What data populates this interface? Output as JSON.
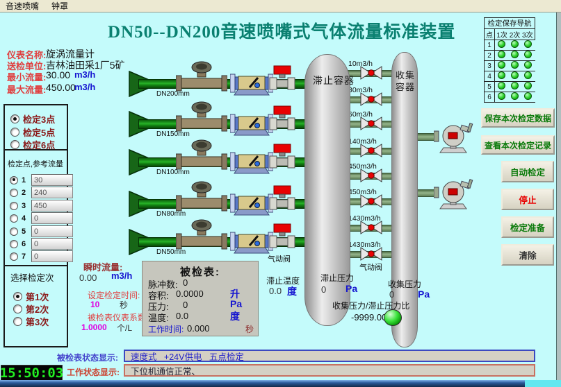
{
  "menu": {
    "items": [
      "音速喷嘴",
      "钟罩"
    ]
  },
  "title": "DN50--DN200音速喷嘴式气体流量标准装置",
  "info": {
    "rows": [
      {
        "label": "仪表名称:",
        "value": "旋涡流量计",
        "unit": ""
      },
      {
        "label": "送检单位:",
        "value": "吉林油田采1厂5矿",
        "unit": ""
      },
      {
        "label": "最小流量:",
        "value": "30.00",
        "unit": "m3/h"
      },
      {
        "label": "最大流量:",
        "value": "450.00",
        "unit": "m3/h"
      }
    ]
  },
  "point_select": {
    "options": [
      {
        "label": "检定3点",
        "checked": true
      },
      {
        "label": "检定5点",
        "checked": false
      },
      {
        "label": "检定6点",
        "checked": false
      }
    ]
  },
  "ref_flow": {
    "title": "检定点,参考流量",
    "rows": [
      {
        "num": "1",
        "value": "30",
        "checked": true
      },
      {
        "num": "2",
        "value": "240",
        "checked": false
      },
      {
        "num": "3",
        "value": "450",
        "checked": false
      },
      {
        "num": "4",
        "value": "0",
        "checked": false
      },
      {
        "num": "5",
        "value": "0",
        "checked": false
      },
      {
        "num": "6",
        "value": "0",
        "checked": false
      },
      {
        "num": "7",
        "value": "0",
        "checked": false
      }
    ]
  },
  "run_select": {
    "title": "选择检定次",
    "options": [
      {
        "label": "第1次",
        "checked": true
      },
      {
        "label": "第2次",
        "checked": false
      },
      {
        "label": "第3次",
        "checked": false
      }
    ]
  },
  "flow_display": {
    "label": "瞬时流量:",
    "value": "0.00",
    "unit": "m3/h"
  },
  "set_time": {
    "label": "设定检定时间:",
    "value": "10",
    "unit": "秒"
  },
  "meter_coeff": {
    "label": "被检表仪表系数",
    "value": "1.0000",
    "unit": "个/L"
  },
  "pipes": {
    "labels": [
      "DN200mm",
      "DN150mm",
      "DN100mm",
      "DN80mm",
      "DN50mm"
    ]
  },
  "tanks": {
    "stagnation": "滞止容器",
    "collection": [
      "收集",
      "容器"
    ]
  },
  "manifold": {
    "flows": [
      "10m3/h",
      "30m3/h",
      "60m3/h",
      "140m3/h",
      "450m3/h",
      "450m3/h",
      "1430m3/h",
      "1430m3/h"
    ],
    "valve_label": "气动阀"
  },
  "sensors": {
    "stag_temp": {
      "label": "滞止温度",
      "value": "0.0",
      "unit": "度"
    },
    "stag_press": {
      "label": "滞止压力",
      "value": "0",
      "unit": "Pa"
    },
    "coll_press": {
      "label": "收集压力",
      "value": "0",
      "unit": "Pa"
    },
    "ratio": {
      "label": "收集压力/滞止压力比",
      "value": "-9999.000"
    },
    "pneumatic_valve": "气动阀"
  },
  "meter_panel": {
    "title": "被检表:",
    "rows": [
      {
        "label": "脉冲数:",
        "value": "0",
        "unit": ""
      },
      {
        "label": "容积:",
        "value": "0.0000",
        "unit": "升"
      },
      {
        "label": "压力:",
        "value": "0",
        "unit": "Pa"
      },
      {
        "label": "温度:",
        "value": "0.0",
        "unit": "度"
      }
    ],
    "time": {
      "label": "工作时间:",
      "value": "0.000",
      "unit": "秒"
    }
  },
  "nav_table": {
    "title": "检定保存导航",
    "point_col": "点",
    "run_cols": "1次 2次 3次",
    "rows": [
      "1",
      "2",
      "3",
      "4",
      "5",
      "6"
    ]
  },
  "buttons": {
    "save": "保存本次检定数据",
    "view": "查看本次检定记录",
    "auto": "自动检定",
    "stop": "停止",
    "prepare": "检定准备",
    "clear": "清除"
  },
  "status": {
    "meter_label": "被检表状态显示:",
    "meter_value": "速度式   +24V供电   五点检定",
    "work_label": "工作状态显示:",
    "work_value": "下位机通信正常、"
  },
  "clock": "15:50:03",
  "colors": {
    "background": "#c4fbfb",
    "title_teal": "#0a8070",
    "led_green": "#27cf27",
    "pipe_green": "#128212",
    "stop_red": "#e80000",
    "button_green": "#0a7a0a",
    "value_magenta": "#e000e0",
    "unit_blue": "#1515d0",
    "label_red": "#e04040"
  }
}
